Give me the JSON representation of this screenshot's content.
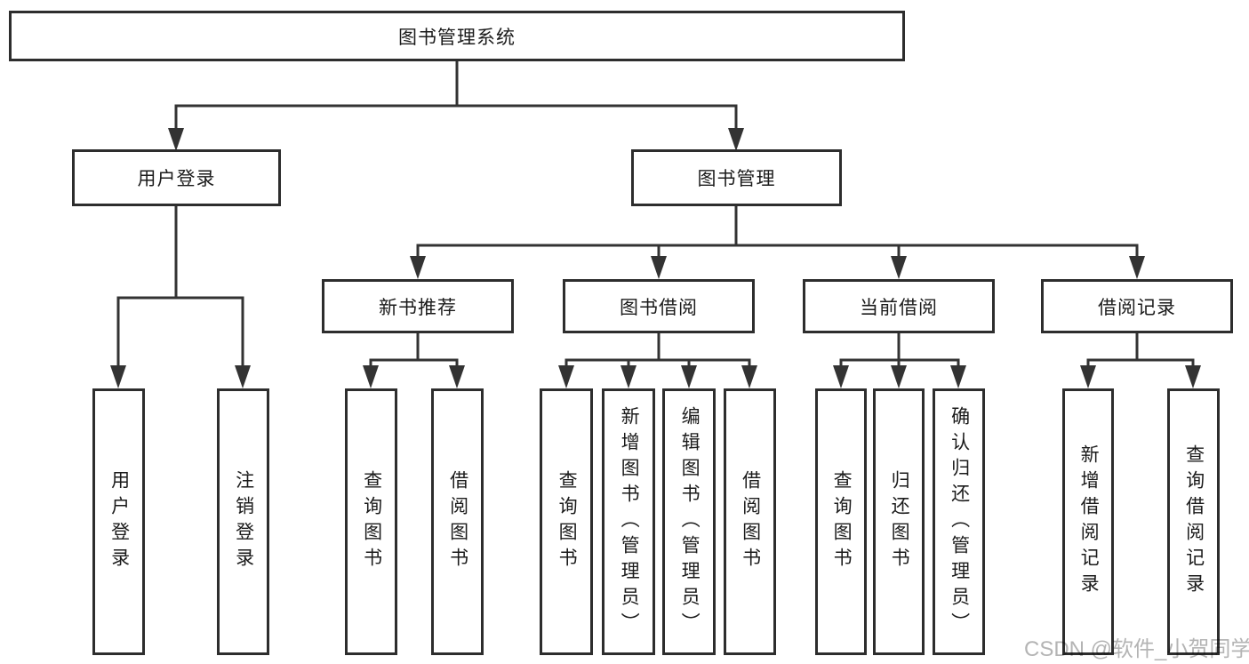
{
  "diagram": {
    "type": "hierarchy-tree",
    "orientation": "top-down",
    "colors": {
      "background": "#ffffff",
      "node_border": "#2d2d2d",
      "connector_line": "#333333",
      "node_text": "#1b1b1b",
      "watermark_text": "#b4b4b4"
    },
    "tree": {
      "label": "图书管理系统",
      "children": [
        {
          "label": "用户登录",
          "children": [
            {
              "label": "用户登录"
            },
            {
              "label": "注销登录"
            }
          ]
        },
        {
          "label": "图书管理",
          "children": [
            {
              "label": "新书推荐",
              "children": [
                {
                  "label": "查询图书"
                },
                {
                  "label": "借阅图书"
                }
              ]
            },
            {
              "label": "图书借阅",
              "children": [
                {
                  "label": "查询图书"
                },
                {
                  "label": "新增图书（管理员）"
                },
                {
                  "label": "编辑图书（管理员）"
                },
                {
                  "label": "借阅图书"
                }
              ]
            },
            {
              "label": "当前借阅",
              "children": [
                {
                  "label": "查询图书"
                },
                {
                  "label": "归还图书"
                },
                {
                  "label": "确认归还（管理员）"
                }
              ]
            },
            {
              "label": "借阅记录",
              "children": [
                {
                  "label": "新增借阅记录"
                },
                {
                  "label": "查询借阅记录"
                }
              ]
            }
          ]
        }
      ]
    }
  },
  "watermark": {
    "text": "CSDN @软件_小贺同学"
  }
}
